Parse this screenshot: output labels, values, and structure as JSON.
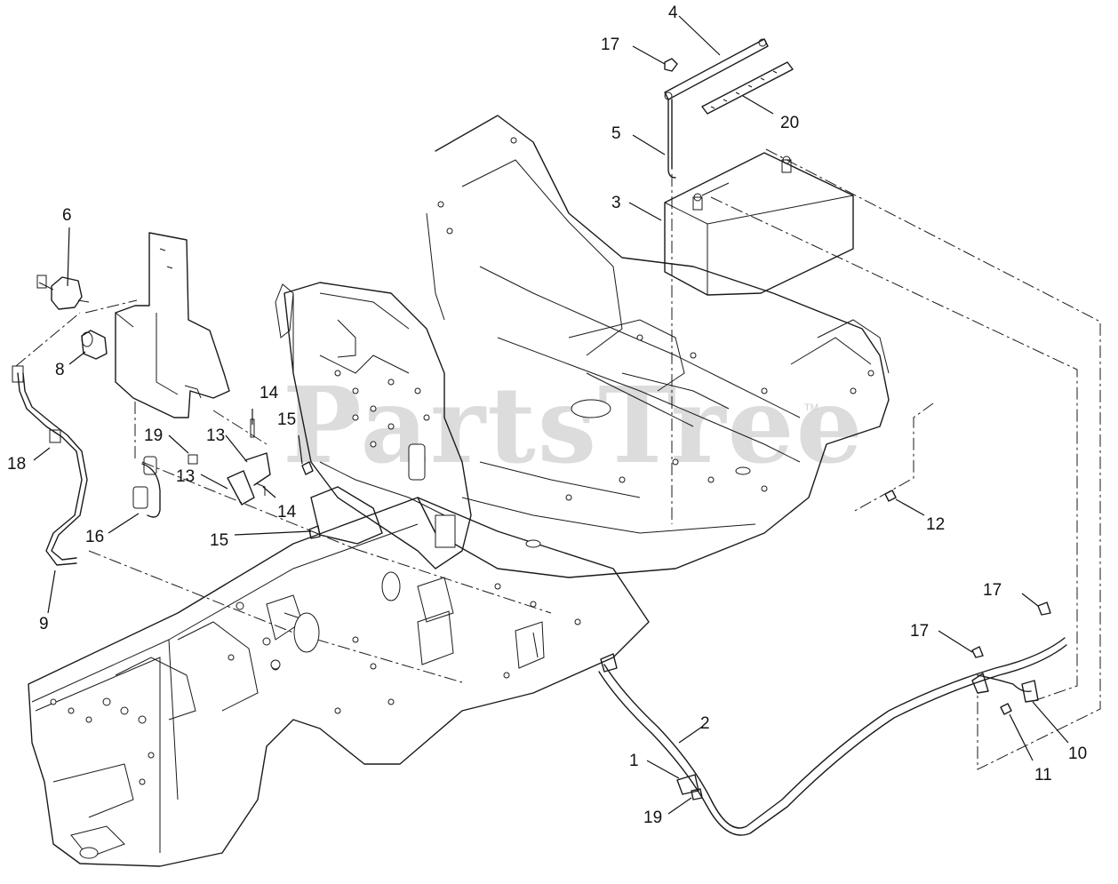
{
  "diagram": {
    "watermark": {
      "text": "PartsTree",
      "trademark": "TM"
    },
    "callouts": [
      {
        "id": "callout-1",
        "label": "1"
      },
      {
        "id": "callout-2",
        "label": "2"
      },
      {
        "id": "callout-3",
        "label": "3"
      },
      {
        "id": "callout-4",
        "label": "4"
      },
      {
        "id": "callout-5",
        "label": "5"
      },
      {
        "id": "callout-6",
        "label": "6"
      },
      {
        "id": "callout-8",
        "label": "8"
      },
      {
        "id": "callout-9",
        "label": "9"
      },
      {
        "id": "callout-10",
        "label": "10"
      },
      {
        "id": "callout-11",
        "label": "11"
      },
      {
        "id": "callout-12",
        "label": "12"
      },
      {
        "id": "callout-13-upper",
        "label": "13"
      },
      {
        "id": "callout-13-lower",
        "label": "13"
      },
      {
        "id": "callout-14-upper",
        "label": "14"
      },
      {
        "id": "callout-14-lower",
        "label": "14"
      },
      {
        "id": "callout-15-upper",
        "label": "15"
      },
      {
        "id": "callout-15-lower",
        "label": "15"
      },
      {
        "id": "callout-16",
        "label": "16"
      },
      {
        "id": "callout-17-top",
        "label": "17"
      },
      {
        "id": "callout-17-right",
        "label": "17"
      },
      {
        "id": "callout-17-mid",
        "label": "17"
      },
      {
        "id": "callout-18",
        "label": "18"
      },
      {
        "id": "callout-19-left",
        "label": "19"
      },
      {
        "id": "callout-19-bottom",
        "label": "19"
      },
      {
        "id": "callout-20",
        "label": "20"
      }
    ]
  }
}
